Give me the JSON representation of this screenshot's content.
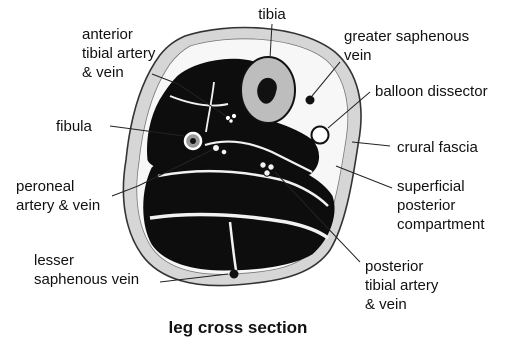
{
  "caption": "leg cross section",
  "labels": {
    "tibia": [
      "tibia"
    ],
    "anterior_tibial": [
      "anterior",
      "tibial artery",
      "& vein"
    ],
    "greater_saphenous": [
      "greater saphenous",
      "vein"
    ],
    "balloon_dissector": [
      "balloon dissector"
    ],
    "fibula": [
      "fibula"
    ],
    "crural_fascia": [
      "crural fascia"
    ],
    "peroneal": [
      "peroneal",
      "artery & vein"
    ],
    "superficial_posterior": [
      "superficial",
      "posterior",
      "compartment"
    ],
    "lesser_saphenous": [
      "lesser",
      "saphenous vein"
    ],
    "posterior_tibial": [
      "posterior",
      "tibial artery",
      "& vein"
    ]
  },
  "colors": {
    "muscle": "#0d0d0d",
    "skin": "#cfcfcf",
    "bone": "#bdbdbd",
    "line": "#222222"
  }
}
